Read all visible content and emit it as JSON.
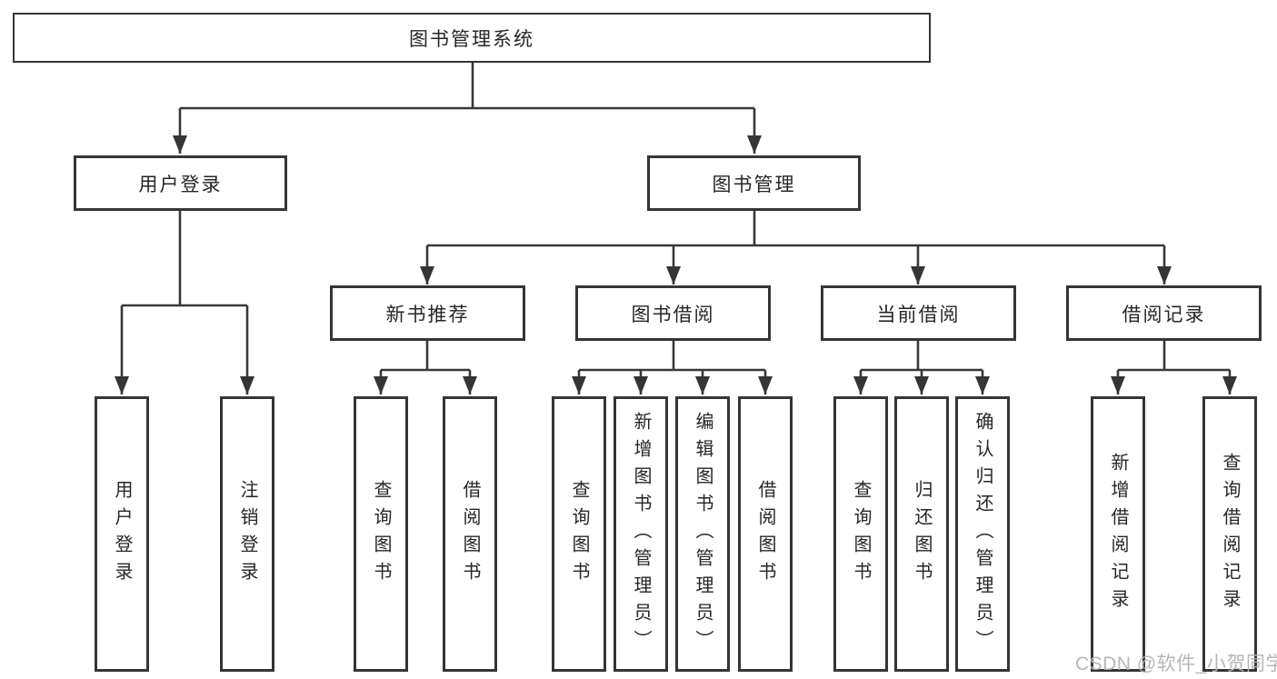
{
  "diagram": {
    "watermark": "CSDN @软件_小贺同学",
    "colors": {
      "line": "#383838",
      "border": "#353535",
      "text": "#262626",
      "watermark": "#b2b2b2",
      "background": "#ffffff"
    },
    "nodes": {
      "root": "图书管理系统",
      "login": "用户登录",
      "management": "图书管理",
      "recommend": "新书推荐",
      "borrowing": "图书借阅",
      "current": "当前借阅",
      "records": "借阅记录",
      "login_children": [
        "用户登录",
        "注销登录"
      ],
      "recommend_children": [
        "查询图书",
        "借阅图书"
      ],
      "borrowing_children": [
        "查询图书",
        "新增图书（管理员）",
        "编辑图书（管理员）",
        "借阅图书"
      ],
      "current_children": [
        "查询图书",
        "归还图书",
        "确认归还（管理员）"
      ],
      "records_children": [
        "新增借阅记录",
        "查询借阅记录"
      ]
    }
  }
}
